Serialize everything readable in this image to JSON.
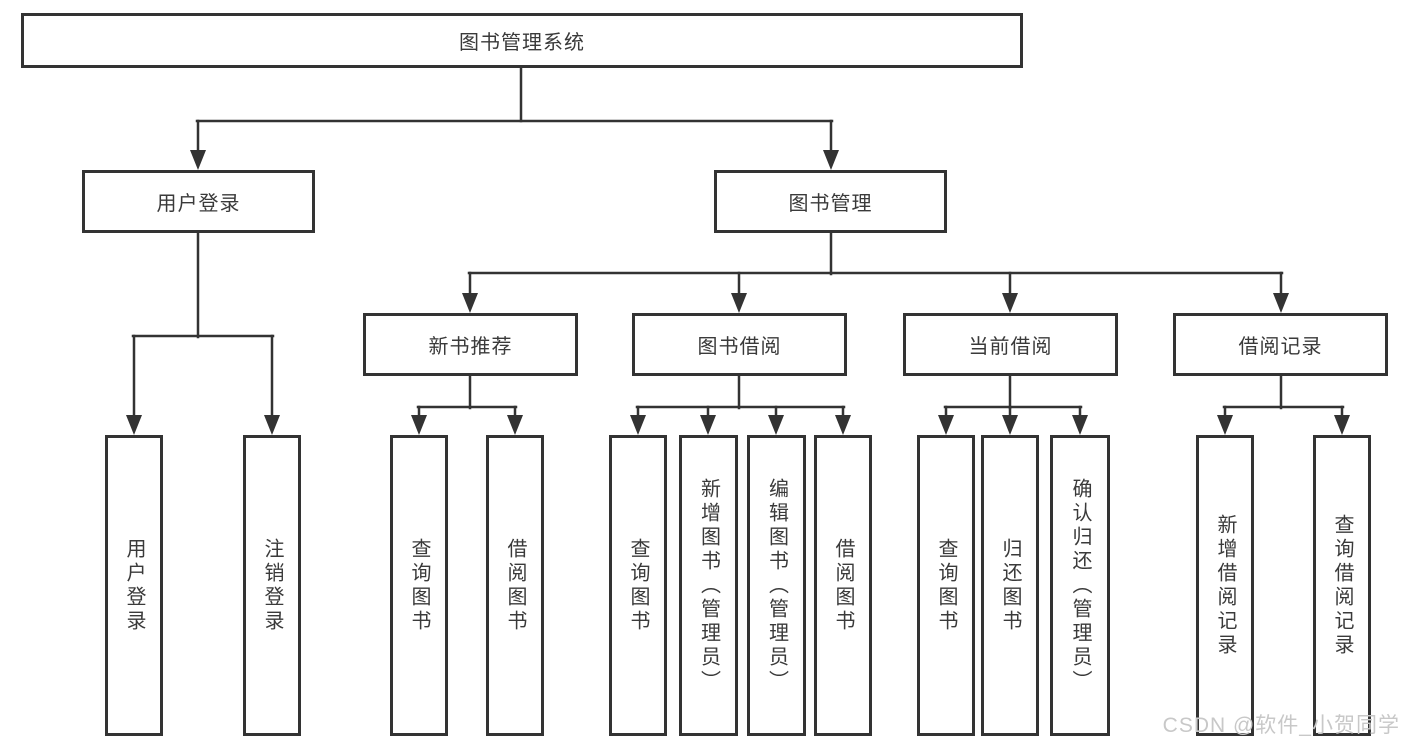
{
  "diagram": {
    "root": "图书管理系统",
    "branches": [
      {
        "label": "用户登录",
        "children": [
          "用户登录",
          "注销登录"
        ]
      },
      {
        "label": "图书管理",
        "groups": [
          {
            "label": "新书推荐",
            "children": [
              "查询图书",
              "借阅图书"
            ]
          },
          {
            "label": "图书借阅",
            "children": [
              "查询图书",
              "新增图书（管理员）",
              "编辑图书（管理员）",
              "借阅图书"
            ]
          },
          {
            "label": "当前借阅",
            "children": [
              "查询图书",
              "归还图书",
              "确认归还（管理员）"
            ]
          },
          {
            "label": "借阅记录",
            "children": [
              "新增借阅记录",
              "查询借阅记录"
            ]
          }
        ]
      }
    ]
  },
  "watermark": "CSDN @软件_小贺同学",
  "colors": {
    "line": "#333333",
    "text": "#3a3a3a",
    "watermark": "#c8c8c8",
    "background": "#ffffff"
  }
}
